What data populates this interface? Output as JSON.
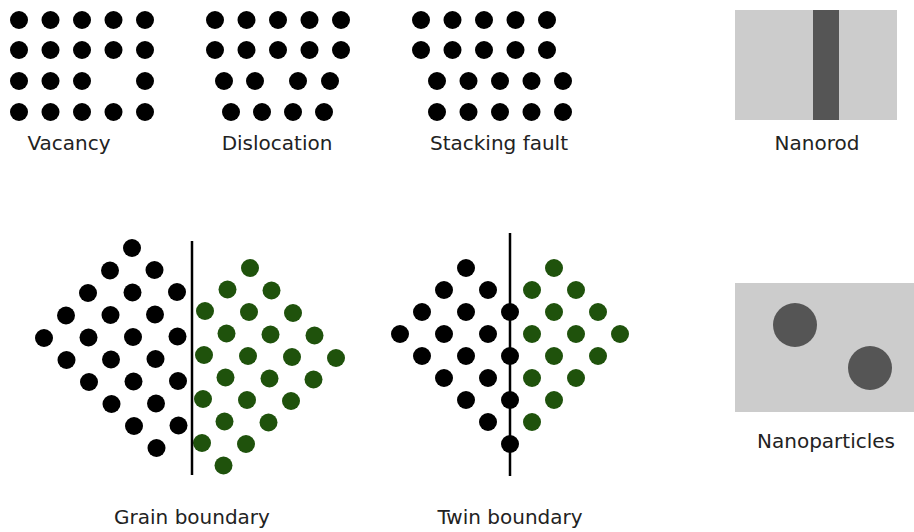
{
  "diagram": {
    "labels": [
      "Vacancy",
      "Dislocation",
      "Stacking fault",
      "Nanorod",
      "Grain boundary",
      "Twin boundary",
      "Nanoparticles"
    ]
  }
}
